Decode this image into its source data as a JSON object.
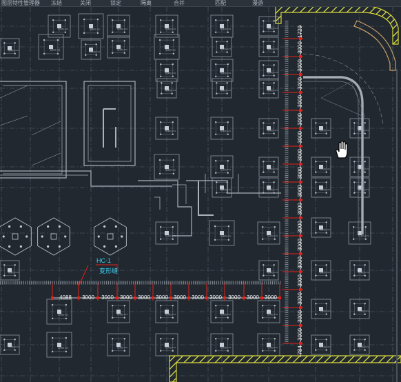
{
  "toolbar": {
    "items": [
      {
        "name": "layer-manager",
        "label": "图层特性管理器"
      },
      {
        "name": "layer-freeze",
        "label": "冻结"
      },
      {
        "name": "layer-off",
        "label": "关闭"
      },
      {
        "name": "layer-lock",
        "label": "锁定"
      },
      {
        "name": "layer-isolate",
        "label": "隔离"
      },
      {
        "name": "layer-merge",
        "label": "合并"
      },
      {
        "name": "layer-match",
        "label": "匹配"
      },
      {
        "name": "layer-walk",
        "label": "漫游"
      }
    ]
  },
  "drawing": {
    "tag": {
      "code": "HC-1",
      "sub": "变形缝"
    },
    "horizontal_dims": [
      "4088",
      "3000",
      "3000",
      "3000",
      "3000",
      "3000",
      "3000",
      "3000",
      "3000",
      "3000",
      "3000",
      "3000"
    ],
    "vertical_dims": [
      "3000",
      "3000",
      "3000",
      "3000",
      "3000",
      "3000",
      "3000",
      "3000",
      "3000",
      "3000",
      "3000",
      "3000",
      "3000",
      "3000",
      "3000",
      "3000",
      "3000"
    ],
    "vertical_end_dims": [
      "1729",
      "784"
    ],
    "column_label": "框架柱-KZ1",
    "colors": {
      "background": "#212830",
      "grid": "#5a6472",
      "wall": "#aab2bb",
      "dimension": "#ffffff",
      "marker": "#e4221a",
      "tag": "#3ad0f0",
      "hatch_fill": "#d8d83a"
    }
  },
  "cursor": {
    "icon": "pan-hand-icon"
  }
}
